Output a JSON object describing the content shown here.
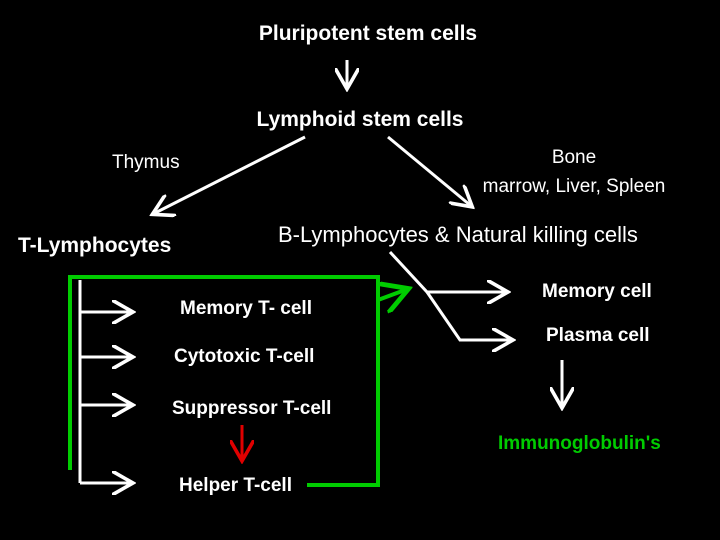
{
  "nodes": {
    "pluripotent": "Pluripotent  stem cells",
    "lymphoid": "Lymphoid stem cells",
    "thymus": "Thymus",
    "bone_marrow_line1": "Bone",
    "bone_marrow_line2": "marrow, Liver, Spleen",
    "t_lymphocytes": "T-Lymphocytes",
    "b_lymphocytes": "B-Lymphocytes  & Natural killing cells",
    "memory_t_cell": "Memory T- cell",
    "cytotoxic_t_cell": "Cytotoxic T-cell",
    "suppressor_t_cell": "Suppressor T-cell",
    "helper_t_cell": "Helper T-cell",
    "memory_cell": "Memory cell",
    "plasma_cell": "Plasma cell",
    "immunoglobulins": "Immunoglobulin's"
  },
  "colors": {
    "background": "#000000",
    "text": "#ffffff",
    "arrow_default": "#ffffff",
    "arrow_green": "#00cc00",
    "arrow_red": "#e00000",
    "label_green": "#00cc00"
  }
}
